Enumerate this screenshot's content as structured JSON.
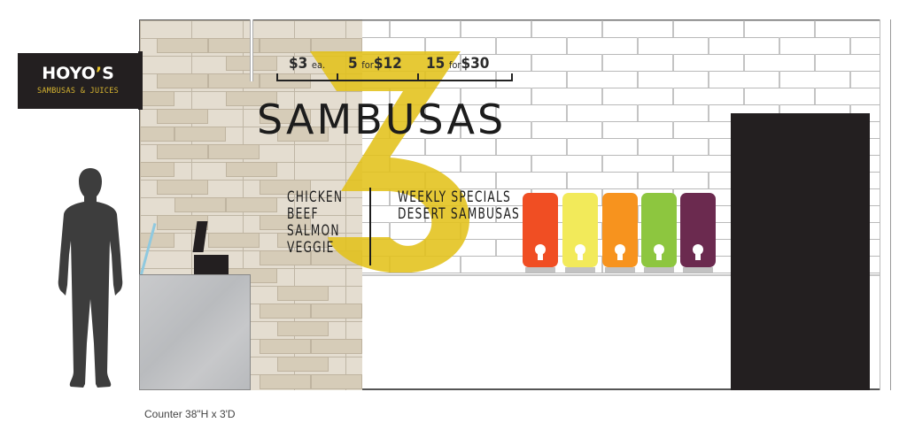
{
  "logo": {
    "title": "HOYO",
    "apostrophe": "’",
    "title_end": "S",
    "subtitle": "SAMBUSAS & JUICES"
  },
  "pricing": [
    {
      "big": "$3",
      "small": "ea."
    },
    {
      "big_prefix": "5",
      "small": "for",
      "big": "$12"
    },
    {
      "big_prefix": "15",
      "small": "for",
      "big": "$30"
    }
  ],
  "title": "SAMBUSAS",
  "menu": {
    "left": [
      "CHICKEN",
      "BEEF",
      "SALMON",
      "VEGGIE"
    ],
    "right": [
      "WEEKLY SPECIALS",
      "DESERT SAMBUSAS"
    ]
  },
  "dispensers": [
    {
      "color": "#f04e23",
      "name": "orange-red"
    },
    {
      "color": "#f2ea5a",
      "name": "yellow"
    },
    {
      "color": "#f7931e",
      "name": "orange"
    },
    {
      "color": "#8dc63f",
      "name": "green"
    },
    {
      "color": "#6b2a4f",
      "name": "plum"
    }
  ],
  "colors": {
    "accent_yellow": "#e8c81e",
    "sign_black": "#231f20",
    "beige_brick": "#d6ccb8",
    "counter_gray": "#c2c4c6",
    "silhouette": "#3d3d3d"
  },
  "caption": "Counter 38\"H x 3'D"
}
